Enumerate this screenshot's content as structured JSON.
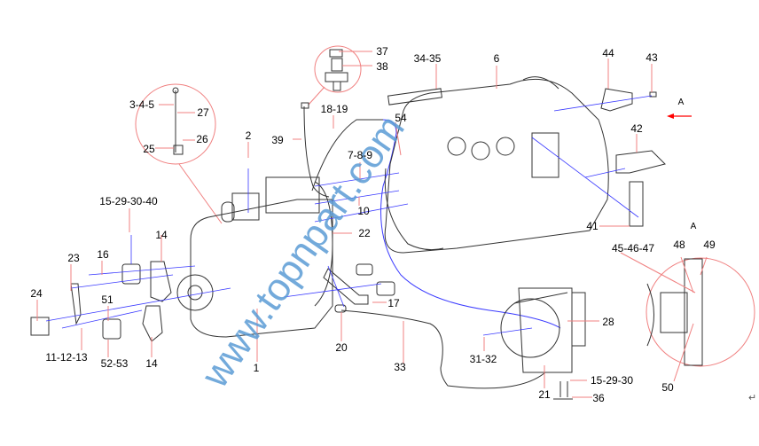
{
  "diagram": {
    "type": "exploded-parts-diagram",
    "subject": "engine, generator/transmission, mounts and radiator assembly",
    "watermark": "www.topnpart.com",
    "view_marker": "A",
    "detail_view_label": "A",
    "colors": {
      "callout_line": "#f08080",
      "assembly_line": "#3a3aff",
      "watermark": "#5b9bd5",
      "drawing": "#333333",
      "arrow": "#ff0000"
    },
    "callouts": {
      "c1": "1",
      "c2": "2",
      "c345": "3-4-5",
      "c6": "6",
      "c789": "7-8-9",
      "c10": "10",
      "c111213": "11-12-13",
      "c14a": "14",
      "c14b": "14",
      "c15293040": "15-29-30-40",
      "c16": "16",
      "c17": "17",
      "c1819": "18-19",
      "c20": "20",
      "c21": "21",
      "c22": "22",
      "c23": "23",
      "c24": "24",
      "c25": "25",
      "c26": "26",
      "c27": "27",
      "c28": "28",
      "c3132": "31-32",
      "c33": "33",
      "c3435": "34-35",
      "c36": "36",
      "c37": "37",
      "c38": "38",
      "c39": "39",
      "c41": "41",
      "c42": "42",
      "c43": "43",
      "c44": "44",
      "c454647": "45-46-47",
      "c48": "48",
      "c49": "49",
      "c50": "50",
      "c51": "51",
      "c5253": "52-53",
      "c54": "54",
      "c152930": "15-29-30"
    },
    "return_mark": "↵"
  }
}
